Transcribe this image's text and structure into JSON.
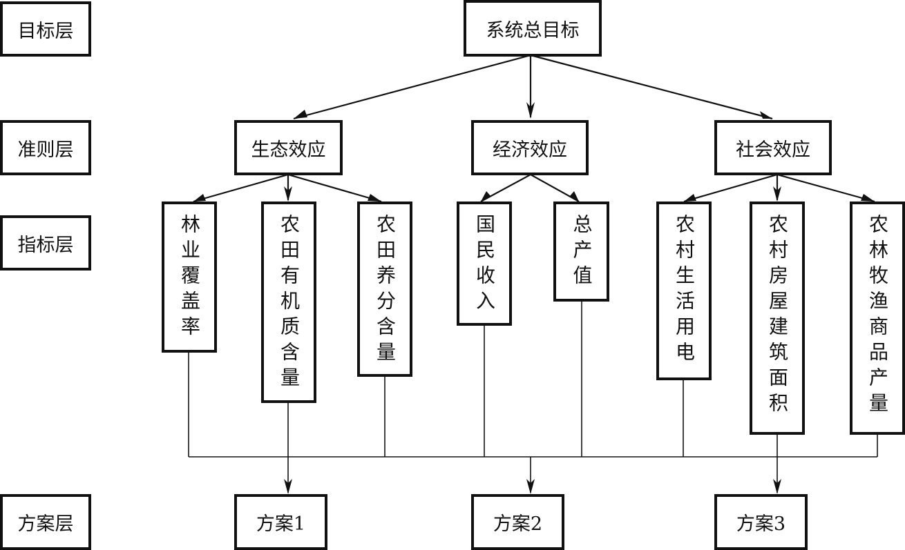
{
  "layers": {
    "goal": "目标层",
    "criteria": "准则层",
    "indicator": "指标层",
    "alternative": "方案层"
  },
  "goal": {
    "label": "系统总目标"
  },
  "criteria": [
    {
      "id": "eco",
      "label": "生态效应"
    },
    {
      "id": "econ",
      "label": "经济效应"
    },
    {
      "id": "soc",
      "label": "社会效应"
    }
  ],
  "indicators": [
    {
      "id": "i1",
      "parent": "eco",
      "label": "林业覆盖率"
    },
    {
      "id": "i2",
      "parent": "eco",
      "label": "农田有机质含量"
    },
    {
      "id": "i3",
      "parent": "eco",
      "label": "农田养分含量"
    },
    {
      "id": "i4",
      "parent": "econ",
      "label": "国民收入"
    },
    {
      "id": "i5",
      "parent": "econ",
      "label": "总产值"
    },
    {
      "id": "i6",
      "parent": "soc",
      "label": "农村生活用电"
    },
    {
      "id": "i7",
      "parent": "soc",
      "label": "农村房屋建筑面积"
    },
    {
      "id": "i8",
      "parent": "soc",
      "label": "农林牧渔商品产量"
    }
  ],
  "alternatives": [
    {
      "id": "a1",
      "label": "方案1"
    },
    {
      "id": "a2",
      "label": "方案2"
    },
    {
      "id": "a3",
      "label": "方案3"
    }
  ]
}
